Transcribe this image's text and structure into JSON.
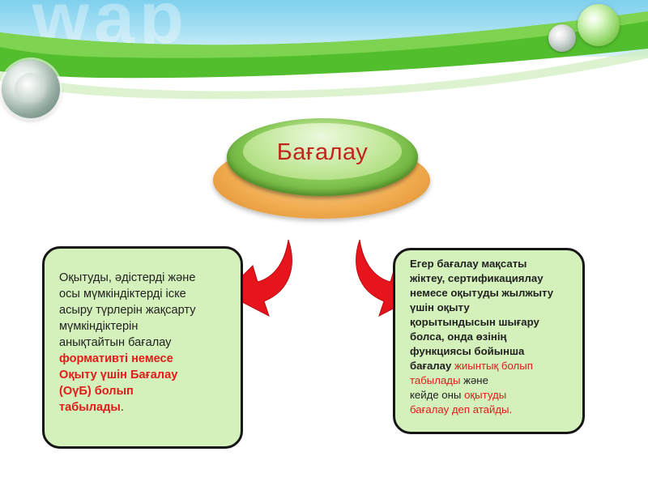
{
  "header": {
    "watermark": "wap",
    "colors": {
      "sky": "#8fd7f0",
      "wave": "#4cb82a",
      "wave_light": "#8edb5c"
    }
  },
  "title": {
    "text": "Бағалау",
    "color": "#c0261e"
  },
  "left_box": {
    "lines": [
      {
        "text": "Оқытуды, әдістерді және",
        "highlight": false
      },
      {
        "text": "осы мүмкіндіктерді іске",
        "highlight": false
      },
      {
        "text": "асыру түрлерін жақсарту",
        "highlight": false
      },
      {
        "text": "мүмкіндіктерін",
        "highlight": false
      },
      {
        "text": "анықтайтын бағалау",
        "highlight": false
      },
      {
        "text": "формативті немесе",
        "highlight": true
      },
      {
        "text": "Оқыту үшін Бағалау",
        "highlight": true
      },
      {
        "text": "(ОүБ) болып",
        "highlight": true
      },
      {
        "parts": [
          {
            "text": "табылады",
            "highlight": true
          },
          {
            "text": ".",
            "highlight": false
          }
        ]
      }
    ]
  },
  "right_box": {
    "lines": [
      {
        "text": "Егер бағалау мақсаты",
        "highlight": false
      },
      {
        "text": "жіктеу, сертификациялау",
        "highlight": false
      },
      {
        "text": "немесе оқытуды жылжыту",
        "highlight": false
      },
      {
        "text": "үшін оқыту",
        "highlight": false
      },
      {
        "text": "қорытындысын шығару",
        "highlight": false
      },
      {
        "text": "болса, онда өзінің",
        "highlight": false
      },
      {
        "text": "функциясы бойынша",
        "highlight": false
      },
      {
        "parts": [
          {
            "text": "бағалау ",
            "highlight": false
          },
          {
            "text": "жиынтық болып",
            "highlight": true
          }
        ]
      },
      {
        "parts": [
          {
            "text": "табылады",
            "highlight": true
          },
          {
            "text": " және",
            "highlight": false,
            "plain": true
          }
        ]
      },
      {
        "parts": [
          {
            "text": "кейде оны ",
            "highlight": false,
            "plain": true
          },
          {
            "text": "оқытуды",
            "highlight": true
          }
        ]
      },
      {
        "text": "бағалау деп атайды.",
        "highlight": true
      }
    ]
  },
  "colors": {
    "box_fill": "#d4f0bb",
    "box_border": "#161616",
    "arrow": "#e8141b",
    "highlight": "#e31b1b"
  }
}
